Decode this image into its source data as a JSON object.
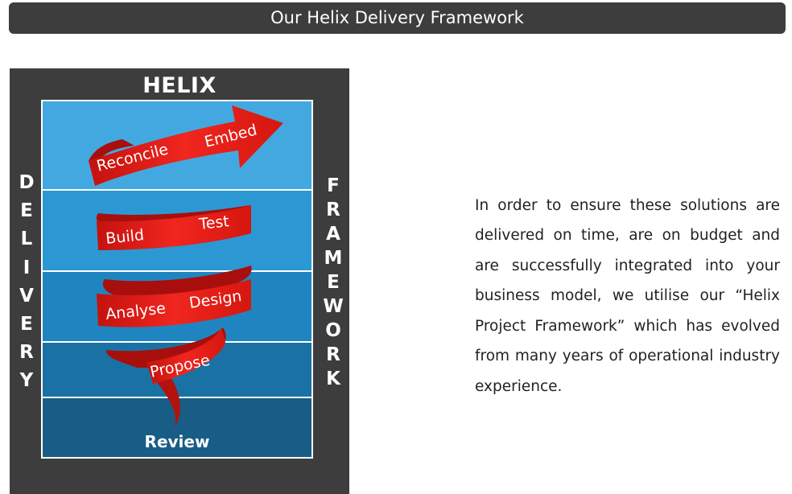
{
  "header": {
    "title": "Our Helix Delivery Framework"
  },
  "diagram": {
    "heading": "HELIX",
    "left_letters": [
      "D",
      "E",
      "L",
      "I",
      "V",
      "E",
      "R",
      "Y"
    ],
    "right_letters": [
      "F",
      "R",
      "A",
      "M",
      "E",
      "W",
      "O",
      "R",
      "K"
    ],
    "stages": {
      "propose": "Propose",
      "analyse": "Analyse",
      "design": "Design",
      "build": "Build",
      "test": "Test",
      "reconcile": "Reconcile",
      "embed": "Embed",
      "review": "Review"
    },
    "colors": {
      "panel": "#3d3d3d",
      "ribbon": "#e8201b",
      "ribbon_dark": "#a80f0c",
      "band_1": "#44a8e0",
      "band_2": "#2c98d3",
      "band_3": "#1f85c0",
      "band_4": "#1a72a4",
      "band_5": "#175d86"
    }
  },
  "description": {
    "text": "In order to ensure these solutions are delivered on time, are on budget and are successfully integrated into your business model, we utilise our “Helix Project Framework” which has evolved from many years of operational industry experience."
  }
}
